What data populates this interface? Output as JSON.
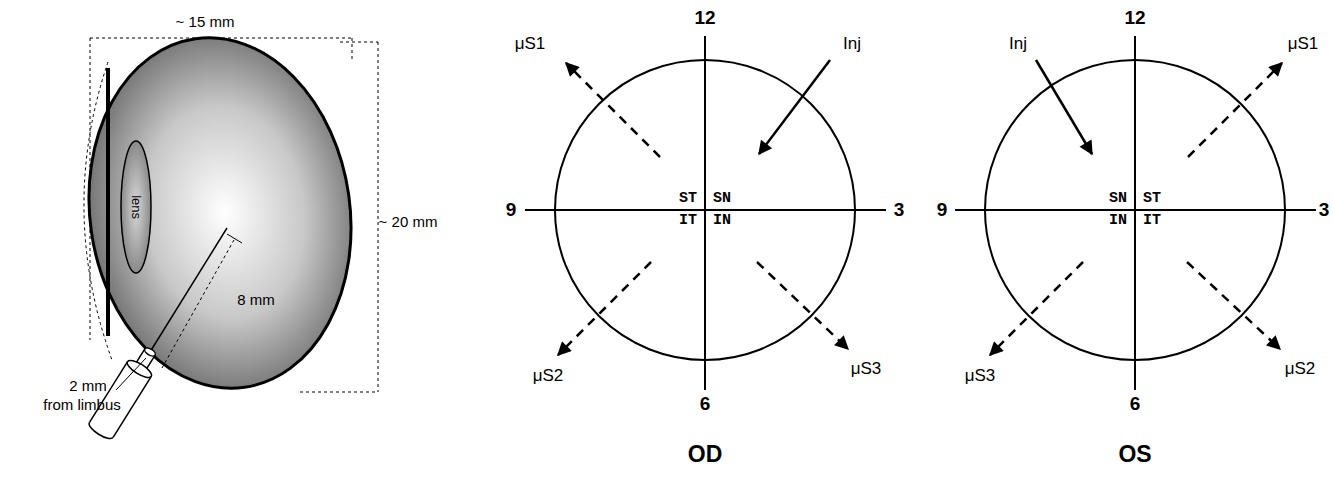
{
  "diagram": {
    "labels": [
      "~ 15 mm",
      "~ 20 mm",
      "lens",
      "8 mm",
      "2 mm",
      "from limbus",
      "12",
      "9",
      "3",
      "6",
      "ST",
      "SN",
      "IT",
      "IN",
      "μS1",
      "Inj",
      "μS2",
      "μS3",
      "OD",
      "12",
      "9",
      "3",
      "6",
      "SN",
      "ST",
      "IN",
      "IT",
      "Inj",
      "μS1",
      "μS3",
      "μS2",
      "OS"
    ]
  }
}
